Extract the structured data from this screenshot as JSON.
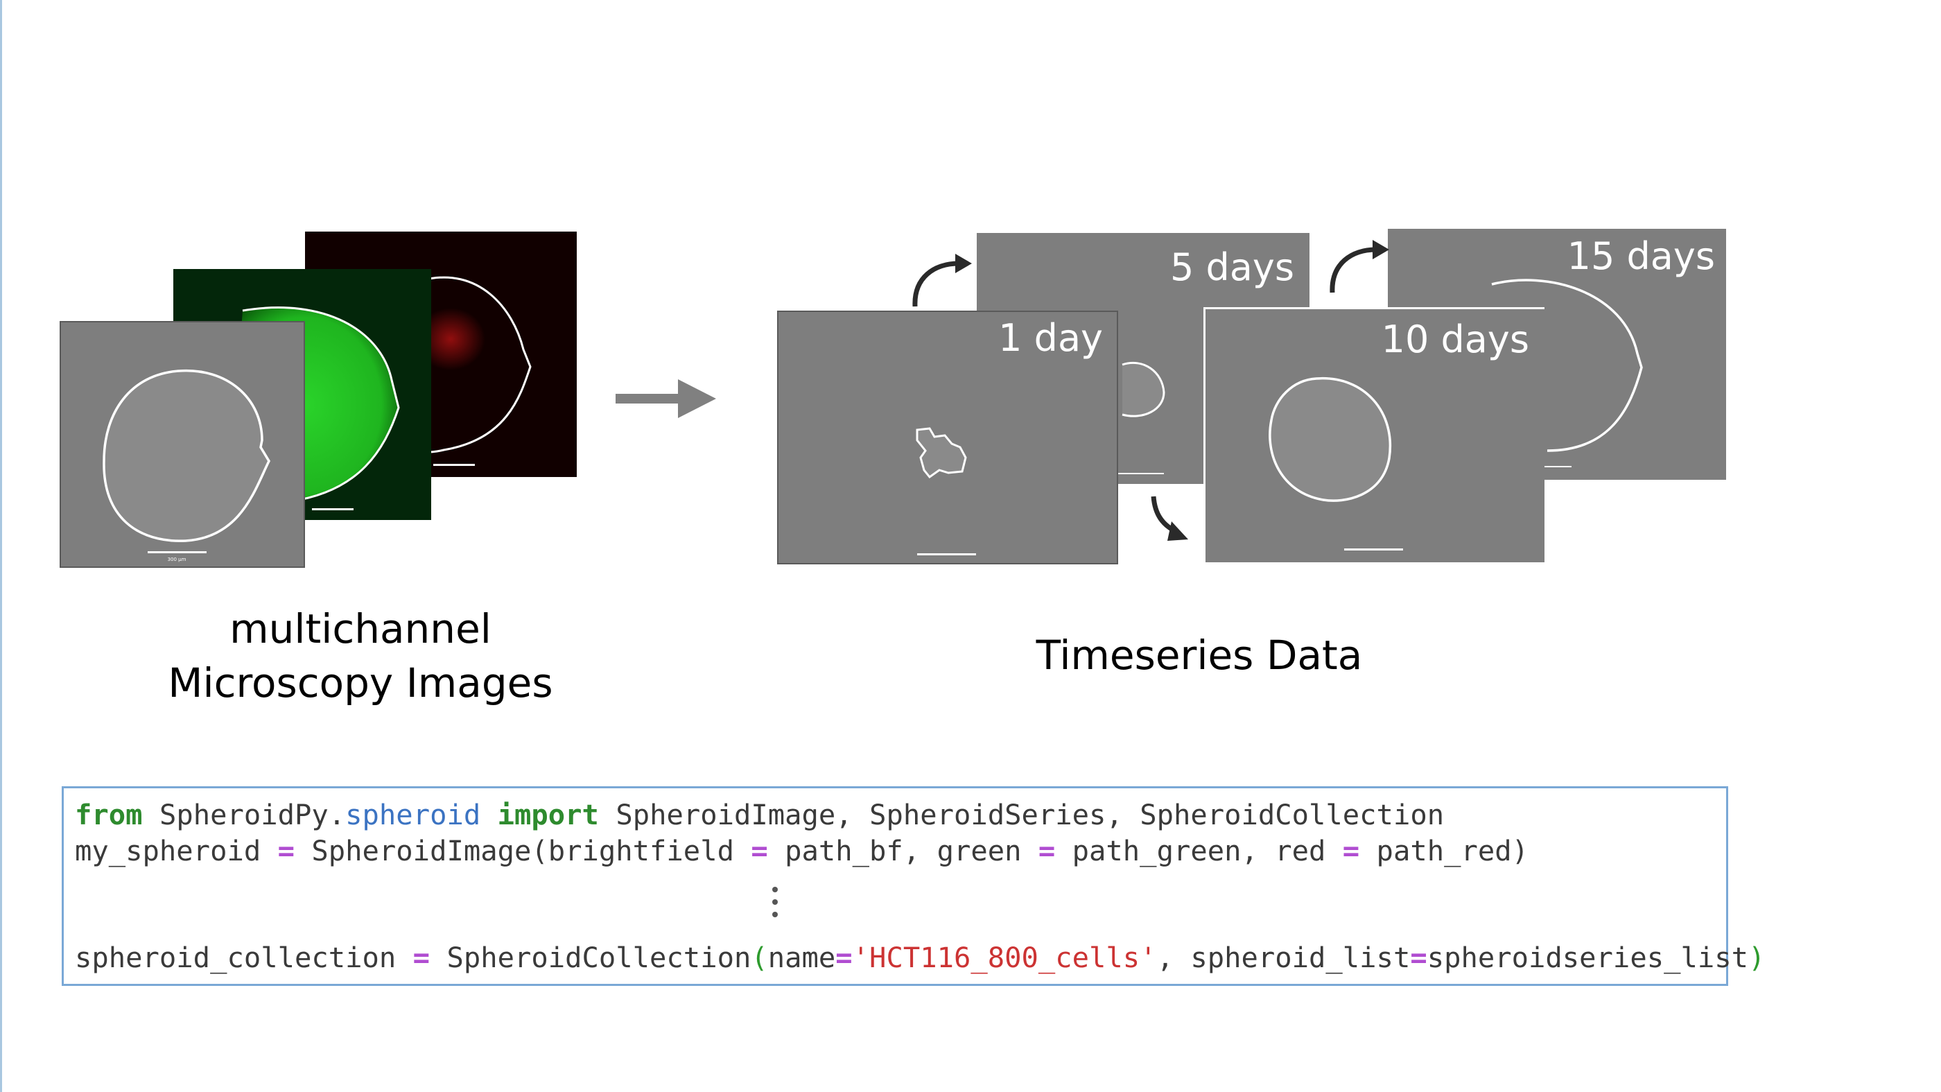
{
  "left_group": {
    "caption_line1": "multichannel",
    "caption_line2": "Microscopy Images"
  },
  "right_group": {
    "caption": "Timeseries Data",
    "day1": "1 day",
    "day5": "5 days",
    "day10": "10 days",
    "day15": "15 days"
  },
  "code": {
    "l1_from": "from",
    "l1_pkg": "SpheroidPy.",
    "l1_mod": "spheroid",
    "l1_import": "import",
    "l1_rest": " SpheroidImage, SpheroidSeries, SpheroidCollection",
    "l2_a": "my_spheroid ",
    "l2_eq1": "=",
    "l2_b": " SpheroidImage(brightfield ",
    "l2_eq2": "=",
    "l2_c": " path_bf, green ",
    "l2_eq3": "=",
    "l2_d": " path_green, red ",
    "l2_eq4": "=",
    "l2_e": " path_red)",
    "l3_a": "spheroid_collection ",
    "l3_eq1": "=",
    "l3_b": " SpheroidCollection",
    "l3_p1": "(",
    "l3_c": "name",
    "l3_eq2": "=",
    "l3_str": "'HCT116_800_cells'",
    "l3_d": ", spheroid_list",
    "l3_eq3": "=",
    "l3_e": "spheroidseries_list",
    "l3_p2": ")"
  },
  "colors": {
    "brightfield": "#7e7e7e",
    "green_channel": "#03260a",
    "red_channel": "#110000",
    "code_border": "#7aa8d6",
    "keyword": "#2e8b2e",
    "module": "#3b73c2",
    "operator": "#b04dd1",
    "string": "#cc3333"
  }
}
